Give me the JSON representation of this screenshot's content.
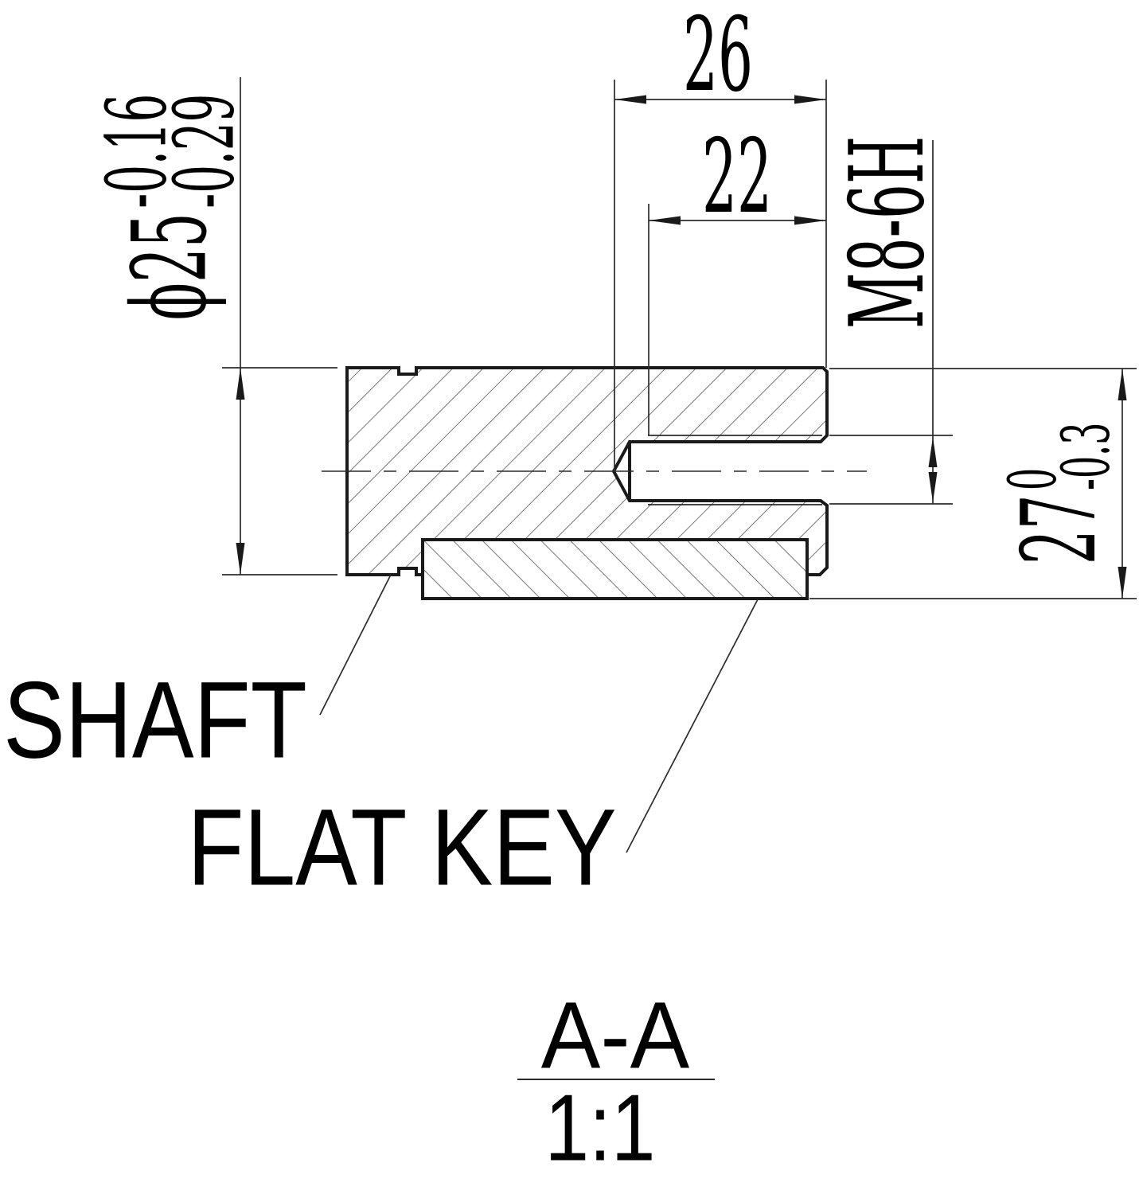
{
  "colors": {
    "background": "#ffffff",
    "outline": "#1a1a1a",
    "thin_line": "#2b2b2b",
    "hatch": "#4a4a4a",
    "text": "#000000"
  },
  "drawing": {
    "section_label": "A-A",
    "scale_label": "1:1",
    "part_labels": {
      "shaft": "SHAFT",
      "flat_key": "FLAT KEY"
    },
    "dimensions": {
      "hole_depth_total": "26",
      "thread_depth": "22",
      "thread_spec": "M8-6H",
      "shaft_diameter": {
        "main": "ϕ25",
        "tol_upper": "-0.16",
        "tol_lower": "-0.29"
      },
      "overall_height": {
        "main": "27",
        "tol_upper": "0",
        "tol_lower": "-0.3"
      }
    }
  }
}
